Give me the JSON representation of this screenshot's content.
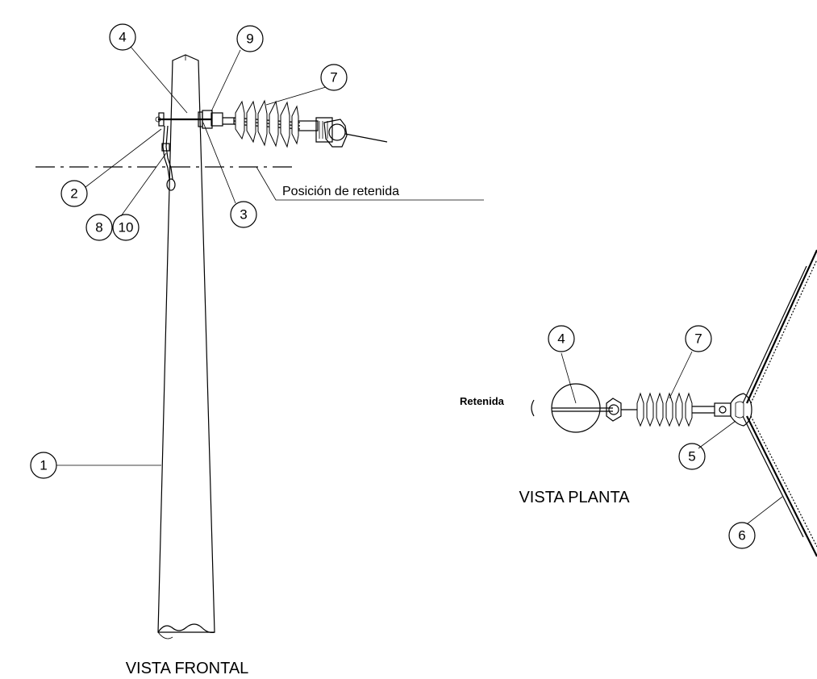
{
  "views": {
    "front_title": "VISTA FRONTAL",
    "plan_title": "VISTA PLANTA"
  },
  "notes": {
    "guy_position": "Posición de retenida",
    "guy": "Retenida"
  },
  "callouts_front": [
    "4",
    "9",
    "7",
    "2",
    "3",
    "8",
    "10",
    "1"
  ],
  "callouts_plan": [
    "4",
    "7",
    "5",
    "6"
  ]
}
